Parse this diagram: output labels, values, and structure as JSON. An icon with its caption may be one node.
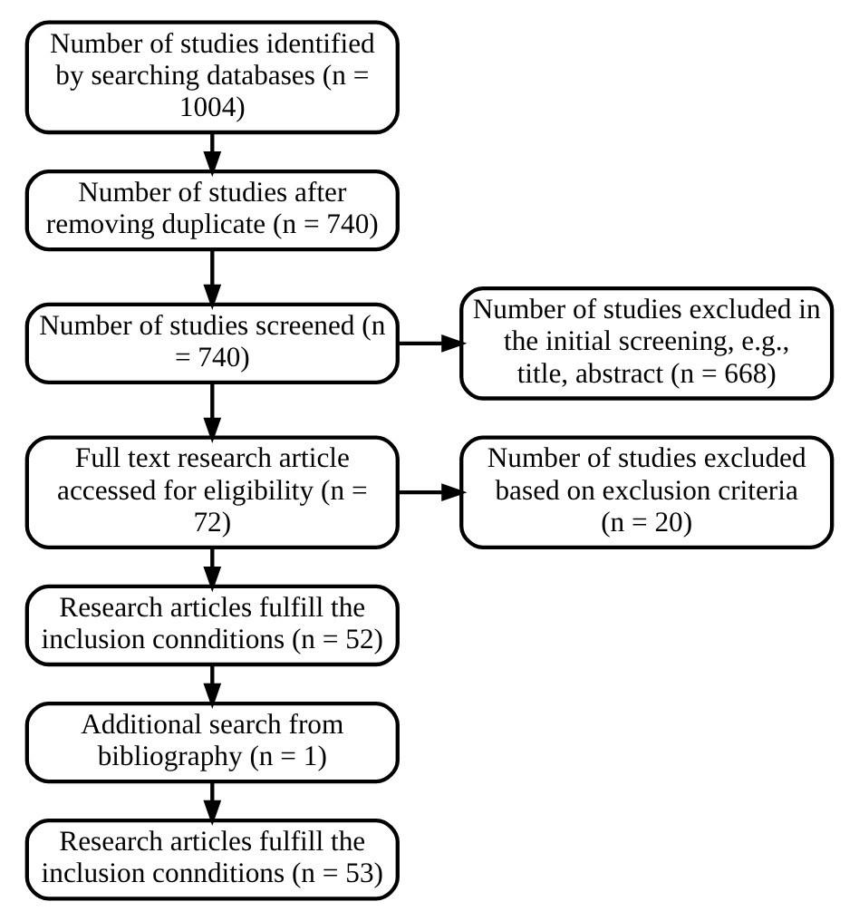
{
  "diagram": {
    "nodes": [
      {
        "text": [
          "Number of studies identified by searching databases (n = 1004)"
        ]
      },
      {
        "text": [
          "Number of studies after removing duplicate (n = 740)"
        ]
      },
      {
        "text": [
          "Number of studies screened (n = 740)"
        ]
      },
      {
        "text": [
          "Number of studies excluded in the initial screening, e.g., title, abstract (n = 668)"
        ]
      },
      {
        "text": [
          "Full text research article accessed for eligibility (n = 72)"
        ]
      },
      {
        "text": [
          "Number of studies excluded based on exclusion criteria (n = 20)"
        ]
      },
      {
        "text": [
          "Research articles fulfill the inclusion connditions (n = 52)"
        ]
      },
      {
        "text": [
          "Additional search from bibliography (n = 1)"
        ]
      },
      {
        "text": [
          "Research articles fulfill the inclusion connditions (n = 53)"
        ]
      }
    ],
    "edges": [
      {
        "from": 0,
        "to": 1,
        "arrow": "to"
      },
      {
        "from": 1,
        "to": 2,
        "arrow": "to"
      },
      {
        "from": 2,
        "to": 3,
        "arrow": "to"
      },
      {
        "from": 2,
        "to": 4,
        "arrow": "to"
      },
      {
        "from": 4,
        "to": 5,
        "arrow": "to"
      },
      {
        "from": 4,
        "to": 6,
        "arrow": "to"
      },
      {
        "from": 6,
        "to": 7,
        "arrow": "to"
      },
      {
        "from": 7,
        "to": 8,
        "arrow": "to"
      }
    ]
  }
}
